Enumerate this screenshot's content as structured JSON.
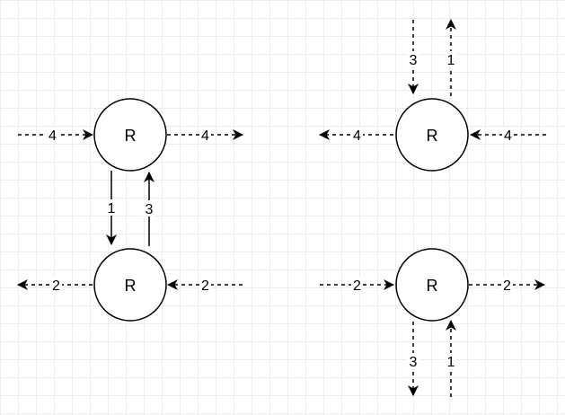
{
  "diagram": {
    "nodes": [
      {
        "id": "r-top-left",
        "label": "R"
      },
      {
        "id": "r-bottom-left",
        "label": "R"
      },
      {
        "id": "r-top-right",
        "label": "R"
      },
      {
        "id": "r-bottom-right",
        "label": "R"
      }
    ],
    "edges": [
      {
        "id": "tl-in-4",
        "label": "4",
        "style": "dashed"
      },
      {
        "id": "tl-out-4",
        "label": "4",
        "style": "dashed"
      },
      {
        "id": "tl-to-bl-1",
        "label": "1",
        "style": "solid"
      },
      {
        "id": "bl-to-tl-3",
        "label": "3",
        "style": "solid"
      },
      {
        "id": "bl-out-2",
        "label": "2",
        "style": "dashed"
      },
      {
        "id": "bl-in-2",
        "label": "2",
        "style": "dashed"
      },
      {
        "id": "tr-in-3",
        "label": "3",
        "style": "dashed"
      },
      {
        "id": "tr-out-1",
        "label": "1",
        "style": "dashed"
      },
      {
        "id": "tr-out-4",
        "label": "4",
        "style": "dashed"
      },
      {
        "id": "tr-in-4",
        "label": "4",
        "style": "dashed"
      },
      {
        "id": "br-in-2",
        "label": "2",
        "style": "dashed"
      },
      {
        "id": "br-out-2",
        "label": "2",
        "style": "dashed"
      },
      {
        "id": "br-out-3",
        "label": "3",
        "style": "dashed"
      },
      {
        "id": "br-in-1",
        "label": "1",
        "style": "dashed"
      }
    ]
  }
}
